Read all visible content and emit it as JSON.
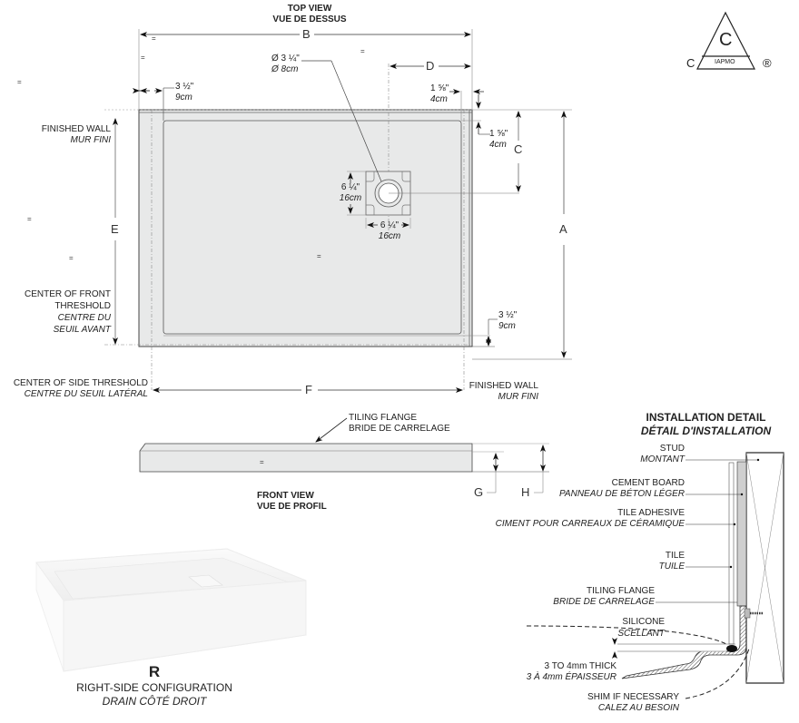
{
  "top_view": {
    "title": "TOP VIEW",
    "title_fr": "VUE DE DESSUS",
    "dimensions": {
      "A": "A",
      "B": "B",
      "C": "C",
      "D": "D",
      "E": "E",
      "F": "F"
    },
    "drain_diameter": {
      "in": "Ø 3 ¼\"",
      "cm": "Ø 8cm"
    },
    "left_offset": {
      "in": "3 ½\"",
      "cm": "9cm"
    },
    "top_right_offset": {
      "in": "1 ⅝\"",
      "cm": "4cm"
    },
    "right_top_offset": {
      "in": "1 ⅝\"",
      "cm": "4cm"
    },
    "drain_height": {
      "in": "6 ¼\"",
      "cm": "16cm"
    },
    "drain_width": {
      "in": "6 ¼\"",
      "cm": "16cm"
    },
    "bottom_offset": {
      "in": "3 ½\"",
      "cm": "9cm"
    },
    "finished_wall": {
      "en": "FINISHED WALL",
      "fr": "MUR FINI"
    },
    "front_threshold": {
      "en1": "CENTER OF FRONT",
      "en2": "THRESHOLD",
      "fr1": "CENTRE DU",
      "fr2": "SEUIL AVANT"
    },
    "side_threshold": {
      "en": "CENTER OF SIDE THRESHOLD",
      "fr": "CENTRE DU SEUIL LATÉRAL"
    },
    "finished_wall_right": {
      "en": "FINISHED WALL",
      "fr": "MUR FINI"
    }
  },
  "certification": {
    "center": "C",
    "left": "C",
    "band": "IAPMO",
    "mark": "®"
  },
  "front_view": {
    "title": "FRONT VIEW",
    "title_fr": "VUE DE PROFIL",
    "flange_label": "TILING FLANGE",
    "flange_label_fr": "BRIDE DE CARRELAGE",
    "dimensions": {
      "G": "G",
      "H": "H"
    }
  },
  "product": {
    "code": "R",
    "description": "RIGHT-SIDE CONFIGURATION",
    "description_fr": "DRAIN CÔTÉ DROIT"
  },
  "installation_detail": {
    "title": "INSTALLATION DETAIL",
    "title_fr": "DÉTAIL D'INSTALLATION",
    "labels": [
      {
        "en": "STUD",
        "fr": "MONTANT"
      },
      {
        "en": "CEMENT BOARD",
        "fr": "PANNEAU DE BÉTON LÉGER"
      },
      {
        "en": "TILE ADHESIVE",
        "fr": "CIMENT POUR CARREAUX DE CÉRAMIQUE"
      },
      {
        "en": "TILE",
        "fr": "TUILE"
      },
      {
        "en": "TILING FLANGE",
        "fr": "BRIDE DE CARRELAGE"
      },
      {
        "en": "SILICONE",
        "fr": "SCELLANT"
      },
      {
        "en": "3 TO 4mm THICK",
        "fr": "3 À 4mm ÉPAISSEUR"
      },
      {
        "en": "SHIM IF NECESSARY",
        "fr": "CALEZ AU BESOIN"
      }
    ]
  },
  "equal_marks": "="
}
